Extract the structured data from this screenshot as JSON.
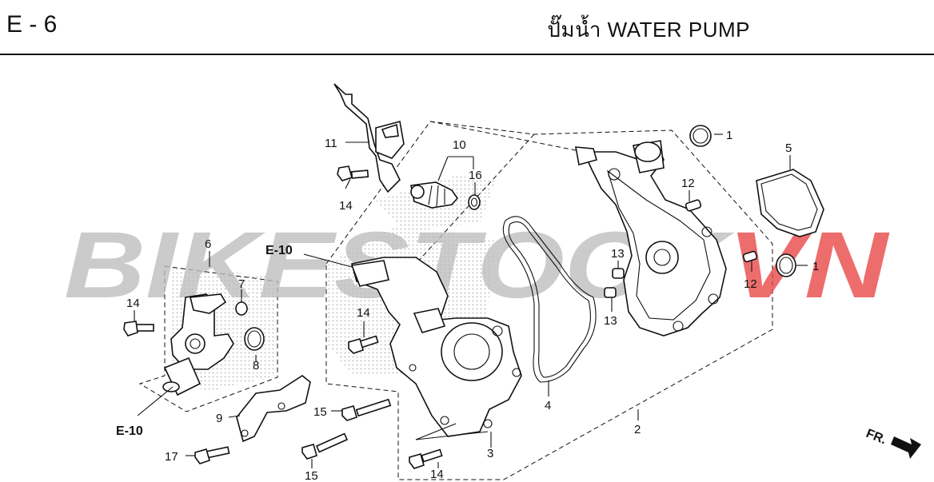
{
  "header": {
    "code": "E - 6",
    "title": "ปั๊มน้ำ  WATER PUMP"
  },
  "watermark": {
    "text_main": "BIKESTOCK",
    "text_accent": "VN",
    "main_color": "#bdbdbd",
    "accent_color": "#e84545"
  },
  "references": {
    "e10_top": "E-10",
    "e10_bottom": "E-10",
    "front_arrow": "FR."
  },
  "callouts": {
    "c1a": "1",
    "c1b": "1",
    "c2": "2",
    "c3": "3",
    "c4": "4",
    "c5": "5",
    "c6": "6",
    "c7": "7",
    "c8": "8",
    "c9": "9",
    "c10": "10",
    "c11": "11",
    "c12a": "12",
    "c12b": "12",
    "c13a": "13",
    "c13b": "13",
    "c14a": "14",
    "c14b": "14",
    "c14c": "14",
    "c14d": "14",
    "c15a": "15",
    "c15b": "15",
    "c16": "16",
    "c17": "17"
  }
}
